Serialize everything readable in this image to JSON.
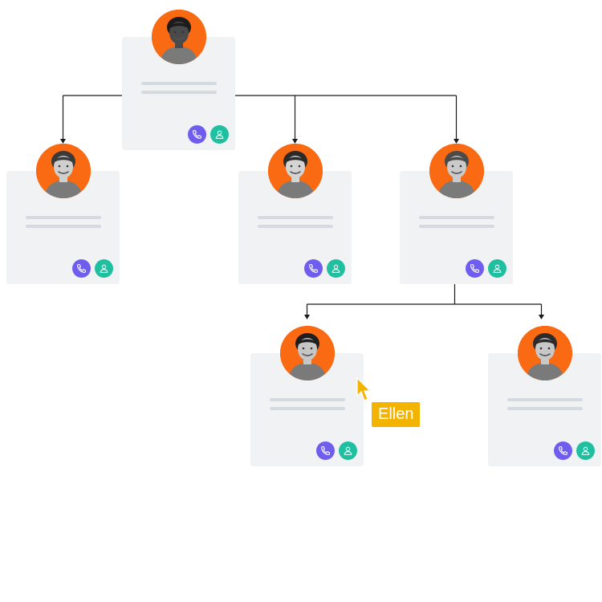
{
  "colors": {
    "avatar_bg": "#f96a12",
    "call_button": "#6f5df0",
    "profile_button": "#1fbfa0",
    "card_bg": "#f1f2f4",
    "line": "#1a1a1a",
    "cursor": "#f2b400"
  },
  "icons": {
    "call": "phone-icon",
    "profile": "user-icon",
    "cursor": "pointer-cursor-icon"
  },
  "org_chart": {
    "people": [
      {
        "id": "root",
        "parent": null,
        "skin": "#4a4a4a",
        "hair": "#1c1c1c"
      },
      {
        "id": "left",
        "parent": "root",
        "skin": "#cfcfcf",
        "hair": "#3a3a3a"
      },
      {
        "id": "middle",
        "parent": "root",
        "skin": "#d4d4d4",
        "hair": "#2a2a2a"
      },
      {
        "id": "right",
        "parent": "root",
        "skin": "#cacaca",
        "hair": "#4a4a4a"
      },
      {
        "id": "child-left",
        "parent": "right",
        "skin": "#c6c6c6",
        "hair": "#1e1e1e"
      },
      {
        "id": "child-right",
        "parent": "right",
        "skin": "#c8c8c8",
        "hair": "#2b2b2b"
      }
    ]
  },
  "cursor": {
    "label": "Ellen"
  }
}
